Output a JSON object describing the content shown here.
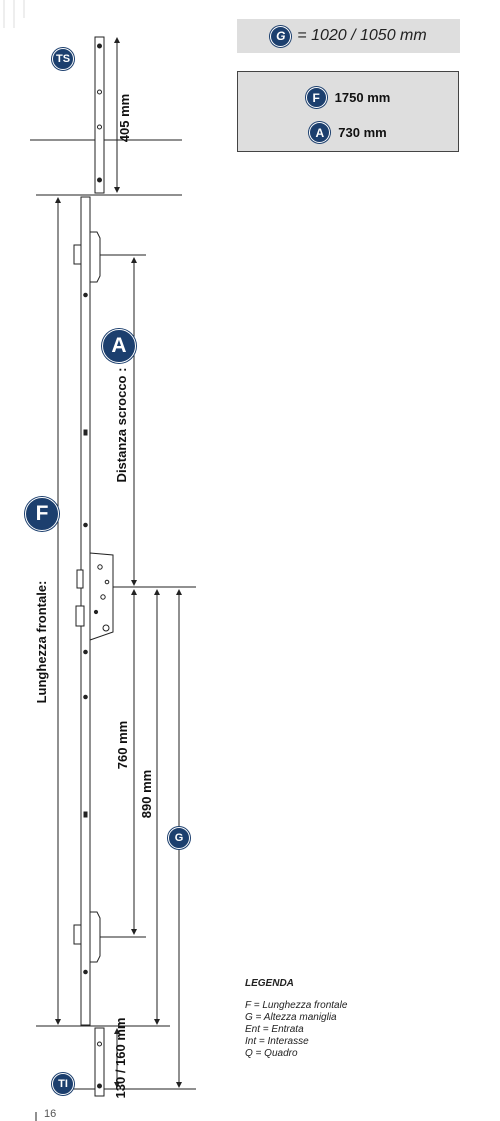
{
  "badges": {
    "g": "G",
    "f": "F",
    "a": "A",
    "ts": "TS",
    "ti": "TI"
  },
  "header": {
    "g_value": "= 1020 / 1050 mm"
  },
  "summary": {
    "f_value": "1750 mm",
    "a_value": "730 mm"
  },
  "dimensions": {
    "top_height": "405 mm",
    "frontal_length": "Lunghezza frontale:",
    "latch_distance": "Distanza scrocco :",
    "d760": "760 mm",
    "d890": "890 mm",
    "bottom_height": "130 / 160 mm"
  },
  "legend": {
    "title": "LEGENDA",
    "items": [
      "F = Lunghezza frontale",
      "G = Altezza maniglia",
      "Ent = Entrata",
      "Int = Interasse",
      "Q = Quadro"
    ]
  },
  "page_number": "16",
  "colors": {
    "badge_blue": "#1c3f6e",
    "panel_gray": "#dedede",
    "line": "#222222"
  }
}
